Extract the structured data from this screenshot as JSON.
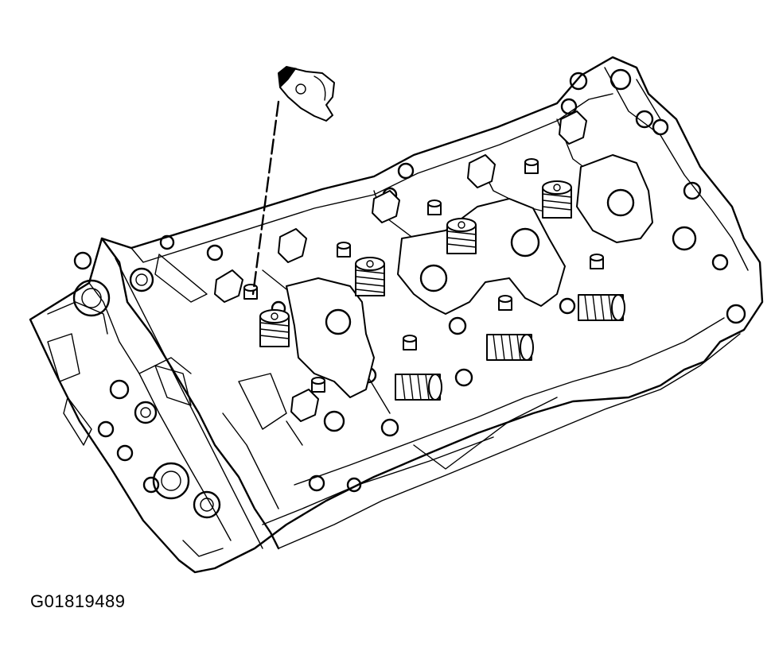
{
  "figure": {
    "id_label": "G01819489"
  },
  "icons": {
    "cylinder_head": "cylinder-head-drawing",
    "rocker_arm": "rocker-arm-drawing"
  }
}
